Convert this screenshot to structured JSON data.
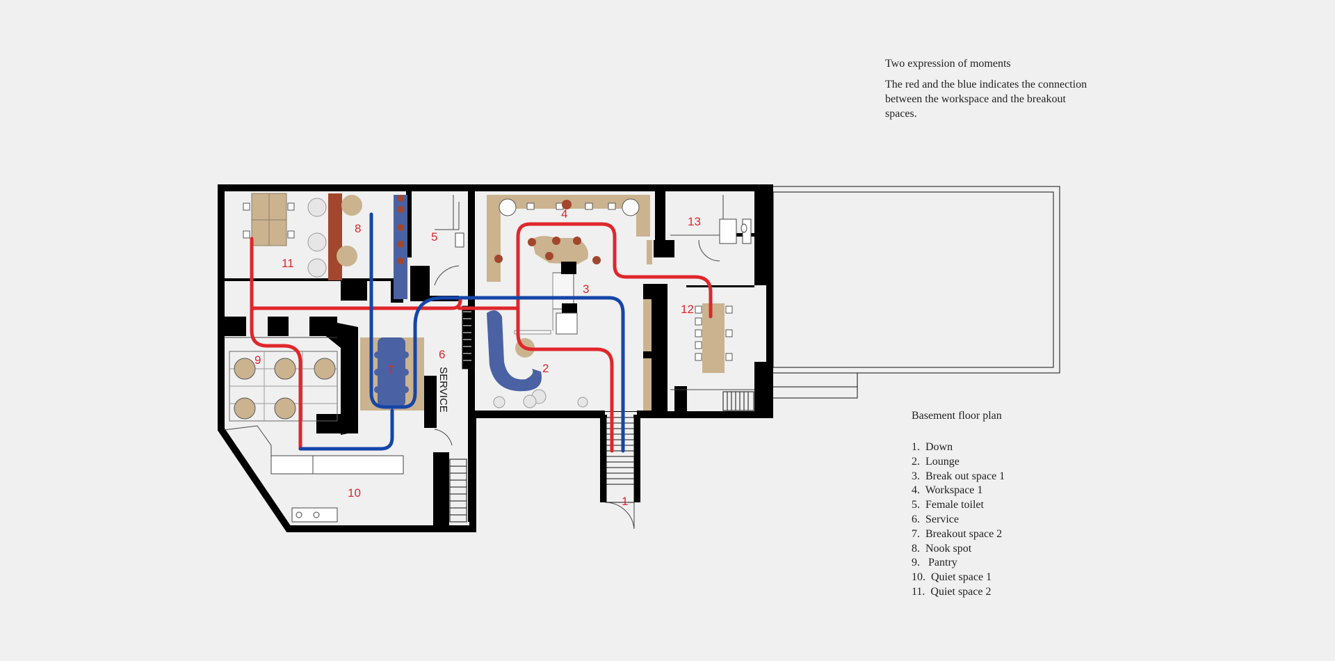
{
  "note": {
    "title": "Two expression of moments",
    "description": "The red and the blue indicates the connection between the workspace and the breakout spaces."
  },
  "legend": {
    "title": "Basement floor plan",
    "items": [
      "1.  Down",
      "2.  Lounge",
      "3.  Break out space 1",
      "4.  Workspace 1",
      "5.  Female toilet",
      "6.  Service",
      "7.  Breakout space 2",
      "8.  Nook spot",
      "9.   Pantry",
      "10.  Quiet space 1",
      "11.  Quiet space 2"
    ]
  },
  "plan": {
    "service_label": "SERVICE",
    "room_numbers": [
      "1",
      "2",
      "3",
      "4",
      "5",
      "6",
      "7",
      "8",
      "9",
      "10",
      "11",
      "12",
      "13"
    ]
  },
  "colors": {
    "wall": "#000000",
    "red_path": "#e0262b",
    "blue_path": "#1545a8",
    "wood": "#cbb38f",
    "furniture_blue": "#4a62a3",
    "brown": "#a2462d"
  }
}
